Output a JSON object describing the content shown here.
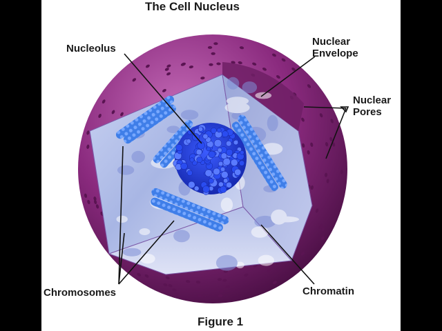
{
  "title": "The Cell Nucleus",
  "caption": "Figure 1",
  "labels": {
    "nucleolus": "Nucleolus",
    "nuclear_envelope": {
      "line1": "Nuclear",
      "line2": "Envelope"
    },
    "nuclear_pores": {
      "line1": "Nuclear",
      "line2": "Pores"
    },
    "chromosomes": "Chromosomes",
    "chromatin": "Chromatin"
  },
  "colors": {
    "envelope_outer": "#8a2a7e",
    "envelope_dark": "#5a1452",
    "interior": "#b9c6ea",
    "nucleolus": "#1f3dd6",
    "chromosome": "#3f7ee8",
    "leader_line": "#111111"
  }
}
